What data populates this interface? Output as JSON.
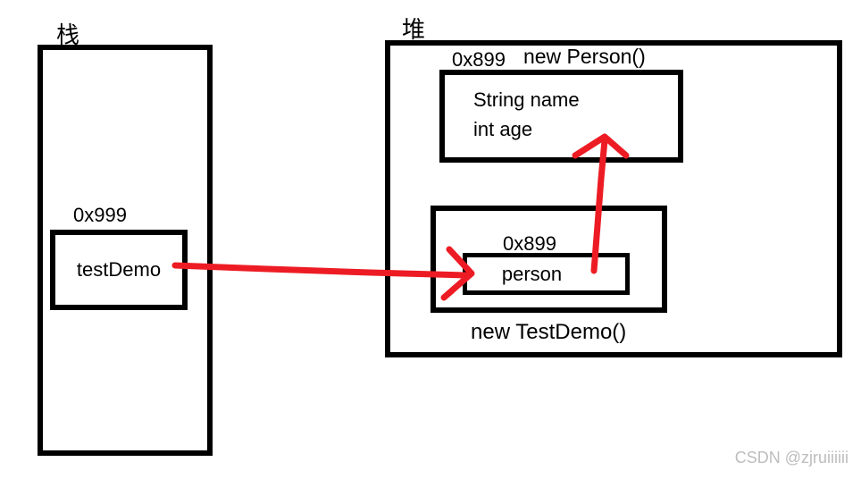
{
  "diagram": {
    "stack": {
      "label": "栈",
      "variable": {
        "address": "0x999",
        "name": "testDemo"
      }
    },
    "heap": {
      "label": "堆",
      "person_object": {
        "address": "0x899",
        "title": "new Person()",
        "fields": [
          "String name",
          "int age"
        ]
      },
      "testdemo_object": {
        "title": "new TestDemo()",
        "field_address": "0x899",
        "field_name": "person"
      }
    },
    "arrows": [
      {
        "from": "testDemo (stack variable)",
        "to": "person (field of new TestDemo())"
      },
      {
        "from": "person (field of new TestDemo())",
        "to": "new Person() object"
      }
    ]
  },
  "watermark": {
    "text": "CSDN @zjruiiiiii"
  },
  "colors": {
    "outline": "#000000",
    "arrow": "#ed1c24",
    "watermark": "#bdbdbd",
    "background": "#ffffff"
  }
}
